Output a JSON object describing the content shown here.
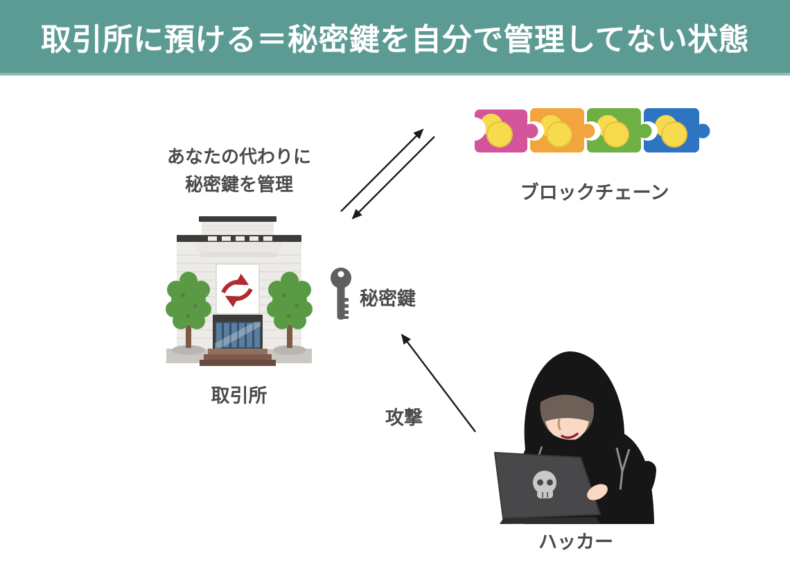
{
  "header": {
    "title": "取引所に預ける＝秘密鍵を自分で管理してない状態",
    "bg_color": "#5c9b94",
    "text_color": "#ffffff"
  },
  "exchange": {
    "caption_line1": "あなたの代わりに",
    "caption_line2": "秘密鍵を管理",
    "label": "取引所",
    "sign_arrow_color": "#b22a30"
  },
  "blockchain": {
    "label": "ブロックチェーン",
    "block_colors": [
      "#d4549c",
      "#f2a53c",
      "#6fb044",
      "#2f74c0"
    ],
    "coin_color": "#f8da4e"
  },
  "private_key": {
    "label": "秘密鍵",
    "icon_color": "#5f5f5f"
  },
  "attack": {
    "label": "攻撃",
    "arrow_color": "#1b1b1b"
  },
  "hacker": {
    "label": "ハッカー"
  },
  "text_color": "#4a4a4a"
}
